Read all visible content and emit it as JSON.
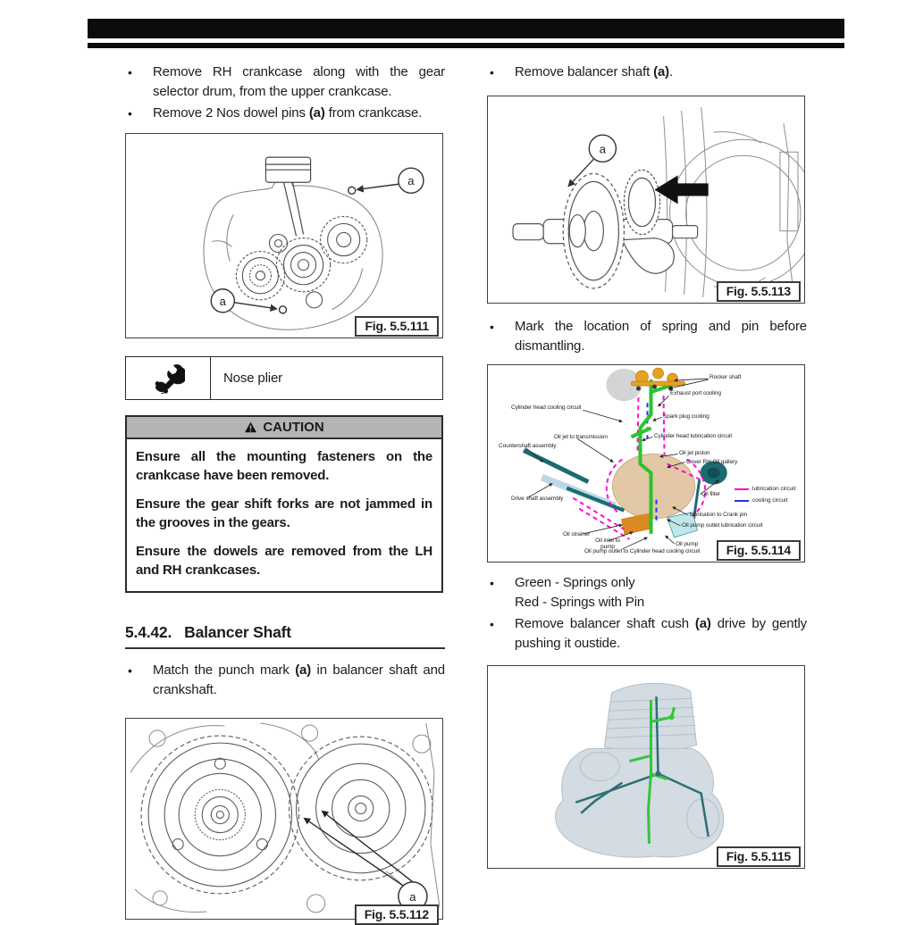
{
  "left": {
    "bullets": [
      {
        "before": "Remove RH crankcase along with the gear selector drum, from the upper crankcase.",
        "bold": "",
        "after": ""
      },
      {
        "before": "Remove 2 Nos dowel pins ",
        "bold": "(a)",
        "after": " from crankcase."
      }
    ],
    "fig111": {
      "caption": "Fig. 5.5.111",
      "callout": "a"
    },
    "tool": {
      "name": "Nose plier",
      "icon": "hand-wrench-tool-icon"
    },
    "caution": {
      "title": "CAUTION",
      "icon": "warning-triangle-icon",
      "items": [
        "Ensure all the mounting fasteners on the crankcase have been removed.",
        "Ensure the gear shift forks are not jammed in the grooves in the gears.",
        "Ensure the dowels are removed from the LH and RH crankcases."
      ]
    },
    "section": {
      "number": "5.4.42.",
      "title": "Balancer Shaft"
    },
    "bullet_match": {
      "before": "Match the punch mark ",
      "bold": "(a)",
      "after": " in balancer shaft and crankshaft."
    },
    "fig112": {
      "caption": "Fig. 5.5.112",
      "callout": "a"
    }
  },
  "right": {
    "bullet_remove": {
      "before": "Remove balancer shaft ",
      "bold": "(a)",
      "after": "."
    },
    "fig113": {
      "caption": "Fig. 5.5.113",
      "callout": "a"
    },
    "bullet_mark": {
      "before": "Mark the location of spring and pin before dismantling.",
      "bold": "",
      "after": ""
    },
    "fig114": {
      "caption": "Fig. 5.5.114",
      "labels": [
        "Rocker shaft",
        "Exhaust port cooling",
        "Cylinder head cooling circuit",
        "Spark plug cooling",
        "Oil jet to transmission",
        "Cylinder head lubrication circuit",
        "Countershaft assembly",
        "Oil jet piston",
        "Cover RH Oil gallery",
        "Drive shaft assembly",
        "Oil filter",
        "lubrication to Crank pin",
        "Oil pump outlet lubrication circuit",
        "Oil strainer",
        "Oil inlet to pump",
        "Oil pump",
        "Oil pump outlet to Cylinder head cooling circuit"
      ],
      "legend": [
        {
          "label": "lubrication circuit",
          "color": "#ff00cc"
        },
        {
          "label": "cooling circuit",
          "color": "#2230ee"
        }
      ]
    },
    "bullet_green": {
      "line1": "Green - Springs only",
      "line2": "Red - Springs with Pin"
    },
    "bullet_cush": {
      "before": "Remove balancer shaft cush ",
      "bold": "(a)",
      "after": " drive by gently pushing it oustide."
    },
    "fig115": {
      "caption": "Fig. 5.5.115"
    }
  }
}
